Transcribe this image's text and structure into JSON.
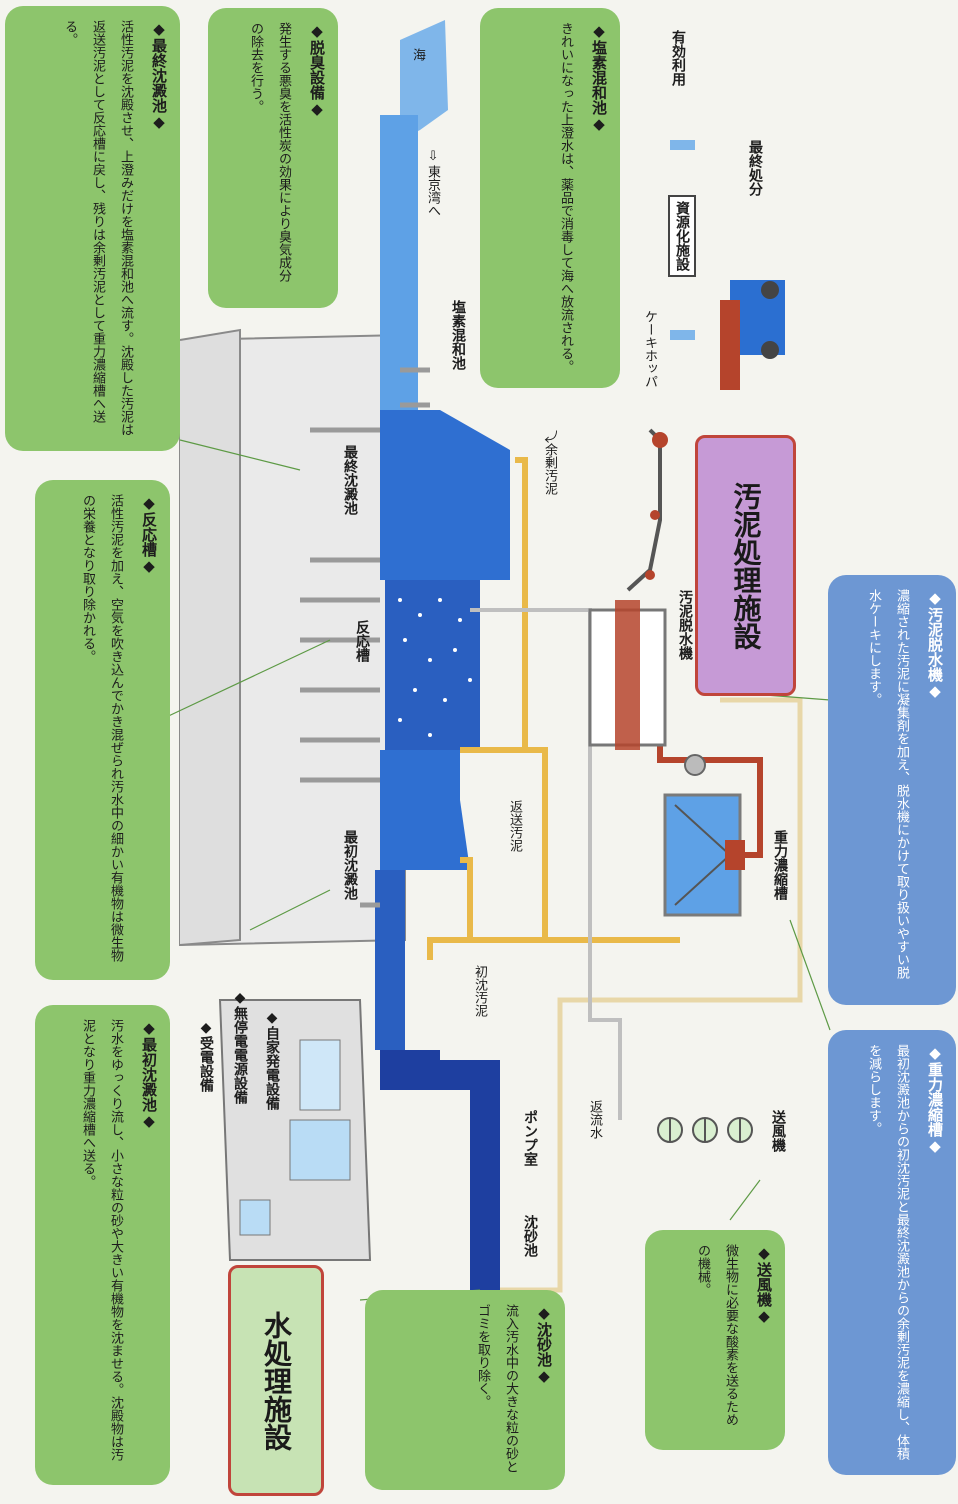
{
  "sections": {
    "water": "水処理施設",
    "sludge": "汚泥処理施設"
  },
  "boxes": {
    "final_settling": {
      "title": "◆最終沈澱池◆",
      "body": "活性汚泥を沈殿させ、上澄みだけを塩素混和池へ流す。沈殿した汚泥は返送汚泥として反応槽に戻し、残りは余剰汚泥として重力濃縮槽へ送る。"
    },
    "deodor": {
      "title": "◆脱臭設備◆",
      "body": "発生する悪臭を活性炭の効果により臭気成分の除去を行う。"
    },
    "chlorine": {
      "title": "◆塩素混和池◆",
      "body": "きれいになった上澄水は、薬品で消毒して海へ放流される。"
    },
    "reaction": {
      "title": "◆反応槽◆",
      "body": "活性汚泥を加え、空気を吹き込んでかき混ぜられ汚水中の細かい有機物は微生物の栄養となり取り除かれる。"
    },
    "first_settling": {
      "title": "◆最初沈澱池◆",
      "body": "汚水をゆっくり流し、小さな粒の砂や大きい有機物を沈ませる。沈殿物は汚泥となり重力濃縮槽へ送る。"
    },
    "grit": {
      "title": "◆沈砂池◆",
      "body": "流入汚水中の大きな粒の砂とゴミを取り除く。"
    },
    "blower": {
      "title": "◆送風機◆",
      "body": "微生物に必要な酸素を送るための機械。"
    },
    "gravity": {
      "title": "◆重力濃縮槽◆",
      "body": "最初沈澱池からの初沈汚泥と最終沈澱池からの余剰汚泥を濃縮し、体積を減らします。"
    },
    "dewater": {
      "title": "◆汚泥脱水機◆",
      "body": "濃縮された汚泥に凝集剤を加え、脱水機にかけて取り扱いやすい脱水ケーキにします。"
    }
  },
  "labels": {
    "sea": "海",
    "tokyo_bay": "⇨ 東京湾へ",
    "chlorine_pond": "塩素混和池",
    "final_settling_tank": "最終沈澱池",
    "reaction_tank": "反応槽",
    "first_settling_tank": "最初沈澱池",
    "excess_sludge": "⤵余剰汚泥",
    "return_sludge": "返送汚泥",
    "primary_sludge": "初沈汚泥",
    "return_water": "返流水",
    "pump_room": "ポンプ室",
    "grit_chamber": "沈砂池",
    "blower": "送風機",
    "gravity_thickener": "重力濃縮槽",
    "dewatering_machine": "汚泥脱水機",
    "cake_hopper": "ケーキホッパ",
    "resource_facility": "資源化施設",
    "effective_use": "有効利用",
    "final_disposal": "最終処分",
    "power_receiving": "◆受電設備",
    "ups_power": "◆無停電電源設備",
    "private_power": "◆自家発電設備"
  },
  "colors": {
    "box_green": "#8dc56c",
    "box_blue": "#6d97d3",
    "water_blue": "#2f6fd1",
    "sludge_yellow": "#e9b949",
    "sludge_red": "#b5442c",
    "scroll_green": "#c7e3b4",
    "scroll_purple": "#c69ad6"
  }
}
